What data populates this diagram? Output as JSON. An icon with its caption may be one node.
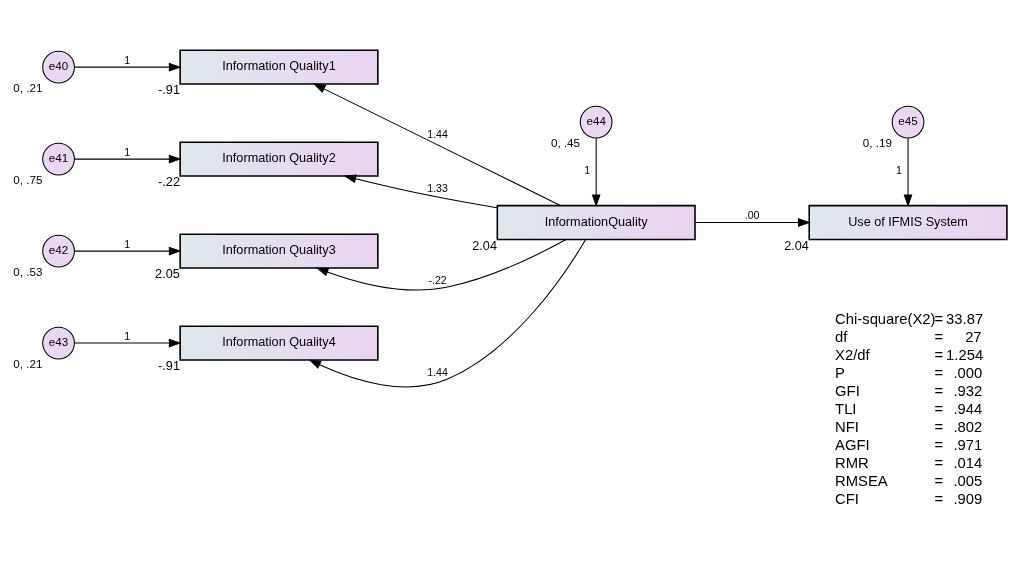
{
  "diagram": {
    "nodes": [
      {
        "text": [
          "e40"
        ],
        "beside": [
          "0, .21"
        ]
      },
      {
        "text": [
          "Information Quality1"
        ],
        "beside": [
          "-.91"
        ]
      },
      {
        "text": [
          "e41"
        ],
        "beside": [
          "0, .75"
        ]
      },
      {
        "text": [
          "Information Quality2"
        ],
        "beside": [
          "-.22"
        ]
      },
      {
        "text": [
          "e42"
        ],
        "beside": [
          "0, .53"
        ]
      },
      {
        "text": [
          "Information Quality3"
        ],
        "beside": [
          "2.05"
        ]
      },
      {
        "text": [
          "e43"
        ],
        "beside": [
          "0, .21"
        ]
      },
      {
        "text": [
          "Information Quality4"
        ],
        "beside": [
          "-.91"
        ]
      },
      {
        "text": [
          "e44"
        ],
        "beside": [
          "0, .45"
        ]
      },
      {
        "text": [
          "InformationQuality"
        ],
        "beside": [
          "2.04"
        ]
      },
      {
        "text": [
          "e45"
        ],
        "beside": [
          "0, .19"
        ]
      },
      {
        "text": [
          "Use of IFMIS System"
        ],
        "beside": [
          "2.04"
        ]
      }
    ],
    "edges": [
      {
        "from": 0,
        "to": 1,
        "arrow": "to",
        "label": "1"
      },
      {
        "from": 2,
        "to": 3,
        "arrow": "to",
        "label": "1"
      },
      {
        "from": 4,
        "to": 5,
        "arrow": "to",
        "label": "1"
      },
      {
        "from": 6,
        "to": 7,
        "arrow": "to",
        "label": "1"
      },
      {
        "from": 9,
        "to": 1,
        "arrow": "to",
        "label": "1.44"
      },
      {
        "from": 9,
        "to": 3,
        "arrow": "to",
        "label": "1.33"
      },
      {
        "from": 9,
        "to": 5,
        "arrow": "to",
        "label": "-.22"
      },
      {
        "from": 9,
        "to": 7,
        "arrow": "to",
        "label": "1.44"
      },
      {
        "from": 8,
        "to": 9,
        "arrow": "to",
        "label": "1"
      },
      {
        "from": 9,
        "to": 11,
        "arrow": "to",
        "label": ".00"
      },
      {
        "from": 10,
        "to": 11,
        "arrow": "to",
        "label": "1"
      }
    ],
    "labels": [
      "Chi-square(X2)",
      "=",
      "33.87",
      "df",
      "=",
      "27",
      "X2/df",
      "=",
      "1.254",
      "P",
      "=",
      ".000",
      "GFI",
      "=",
      ".932",
      "TLI",
      "=",
      ".944",
      "NFI",
      "=",
      ".802",
      "AGFI",
      "=",
      ".971",
      "RMR",
      "=",
      ".014",
      "RMSEA",
      "=",
      ".005",
      "CFI",
      "=",
      ".909"
    ]
  }
}
